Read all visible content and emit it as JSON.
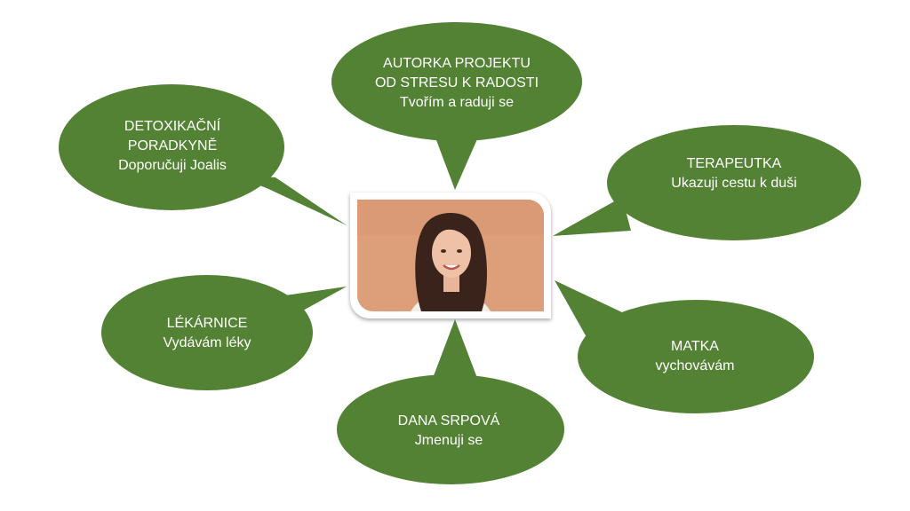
{
  "diagram": {
    "center": {
      "photo": "portrait-photo",
      "frame_color": "#ffffff"
    },
    "bubble_color": "#548235",
    "text_color": "#ffffff",
    "bubbles": [
      {
        "id": "top",
        "lines": [
          "AUTORKA PROJEKTU",
          "OD STRESU K RADOSTI",
          "Tvořím a raduji se"
        ]
      },
      {
        "id": "top-left",
        "lines": [
          "DETOXIKAČNÍ",
          "PORADKYNĚ",
          "Doporučuji Joalis"
        ]
      },
      {
        "id": "right",
        "lines": [
          "TERAPEUTKA",
          "Ukazuji cestu k duši"
        ]
      },
      {
        "id": "left",
        "lines": [
          "LÉKÁRNICE",
          "Vydávám léky"
        ]
      },
      {
        "id": "bottom-right",
        "lines": [
          "MATKA",
          "vychovávám"
        ]
      },
      {
        "id": "bottom",
        "lines": [
          "DANA SRPOVÁ",
          "Jmenuji se"
        ]
      }
    ]
  }
}
